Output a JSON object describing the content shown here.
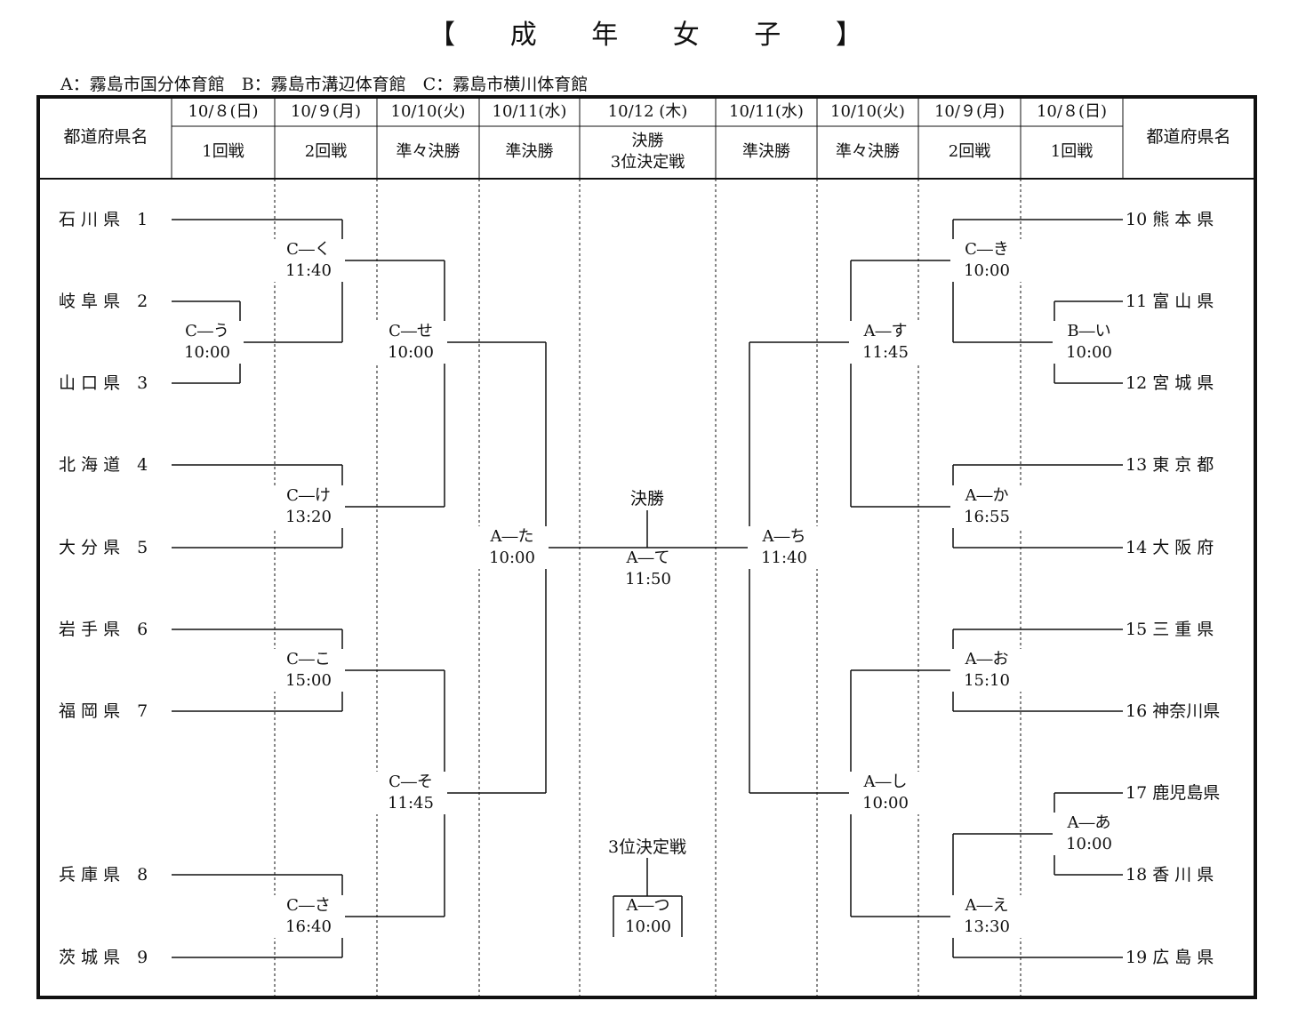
{
  "title": "【 成 年 女 子 】",
  "venues": "A：霧島市国分体育館　B：霧島市溝辺体育館　C：霧島市横川体育館",
  "header": {
    "pref_left": "都道府県名",
    "pref_right": "都道府県名",
    "dates": [
      "10/８(日)",
      "10/９(月)",
      "10/10(火)",
      "10/11(水)",
      "10/12 (木)",
      "10/11(水)",
      "10/10(火)",
      "10/９(月)",
      "10/８(日)"
    ],
    "rounds": [
      "1回戦",
      "2回戦",
      "準々決勝",
      "準決勝",
      "決勝",
      "準決勝",
      "準々決勝",
      "2回戦",
      "1回戦"
    ],
    "final_sub": "3位決定戦"
  },
  "teams_left": [
    "石 川 県　1",
    "岐 阜 県　2",
    "山 口 県　3",
    "北 海 道　4",
    "大 分 県　5",
    "岩 手 県　6",
    "福 岡 県　7",
    "兵 庫 県　8",
    "茨 城 県　9"
  ],
  "teams_right": [
    "10 熊 本 県",
    "11 富 山 県",
    "12 宮 城 県",
    "13 東 京 都",
    "14 大 阪 府",
    "15 三 重 県",
    "16 神奈川県",
    "17 鹿児島県",
    "18 香 川 県",
    "19 広 島 県"
  ],
  "matches": {
    "u": {
      "code": "C―う",
      "time": "10:00"
    },
    "ku": {
      "code": "C―く",
      "time": "11:40"
    },
    "ke": {
      "code": "C―け",
      "time": "13:20"
    },
    "ko": {
      "code": "C―こ",
      "time": "15:00"
    },
    "sa": {
      "code": "C―さ",
      "time": "16:40"
    },
    "se": {
      "code": "C―せ",
      "time": "10:00"
    },
    "so": {
      "code": "C―そ",
      "time": "11:45"
    },
    "ta": {
      "code": "A―た",
      "time": "10:00"
    },
    "te": {
      "code": "A―て",
      "time": "11:50"
    },
    "tsu": {
      "code": "A―つ",
      "time": "10:00"
    },
    "chi": {
      "code": "A―ち",
      "time": "11:40"
    },
    "su": {
      "code": "A―す",
      "time": "11:45"
    },
    "shi": {
      "code": "A―し",
      "time": "10:00"
    },
    "ki": {
      "code": "C―き",
      "time": "10:00"
    },
    "ka": {
      "code": "A―か",
      "time": "16:55"
    },
    "o": {
      "code": "A―お",
      "time": "15:10"
    },
    "e": {
      "code": "A―え",
      "time": "13:30"
    },
    "i": {
      "code": "B―い",
      "time": "10:00"
    },
    "a": {
      "code": "A―あ",
      "time": "10:00"
    }
  },
  "final_label": "決勝",
  "third_label": "3位決定戦"
}
